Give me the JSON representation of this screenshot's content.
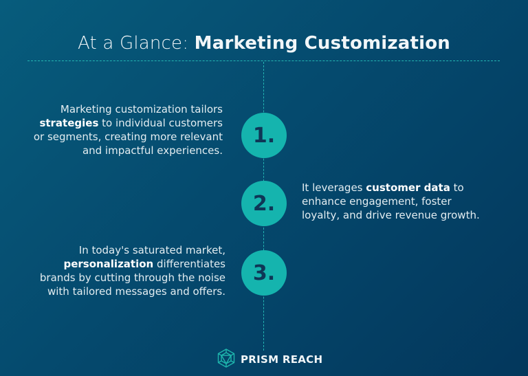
{
  "header": {
    "title_light": "At a Glance: ",
    "title_bold": "Marketing Customization"
  },
  "colors": {
    "background_start": "#075c7c",
    "background_end": "#03375c",
    "accent_teal": "#15b4ae",
    "number_navy": "#0e3656",
    "dotted_line": "#24b6b3"
  },
  "items": [
    {
      "number": "1.",
      "side": "left",
      "before": "Marketing customization tailors ",
      "bold": "strategies",
      "after": " to individual customers or segments, creating more relevant and impactful experiences."
    },
    {
      "number": "2.",
      "side": "right",
      "before": "It leverages ",
      "bold": "customer data",
      "after": " to enhance engagement, foster loyalty, and drive revenue growth."
    },
    {
      "number": "3.",
      "side": "left",
      "before": "In today's saturated market, ",
      "bold": "personalization",
      "after": " differentiates brands by cutting through the noise with tailored messages and offers."
    }
  ],
  "footer": {
    "logo_icon": "geodesic-hexagon-icon",
    "brand_name": "PRISM REACH"
  }
}
